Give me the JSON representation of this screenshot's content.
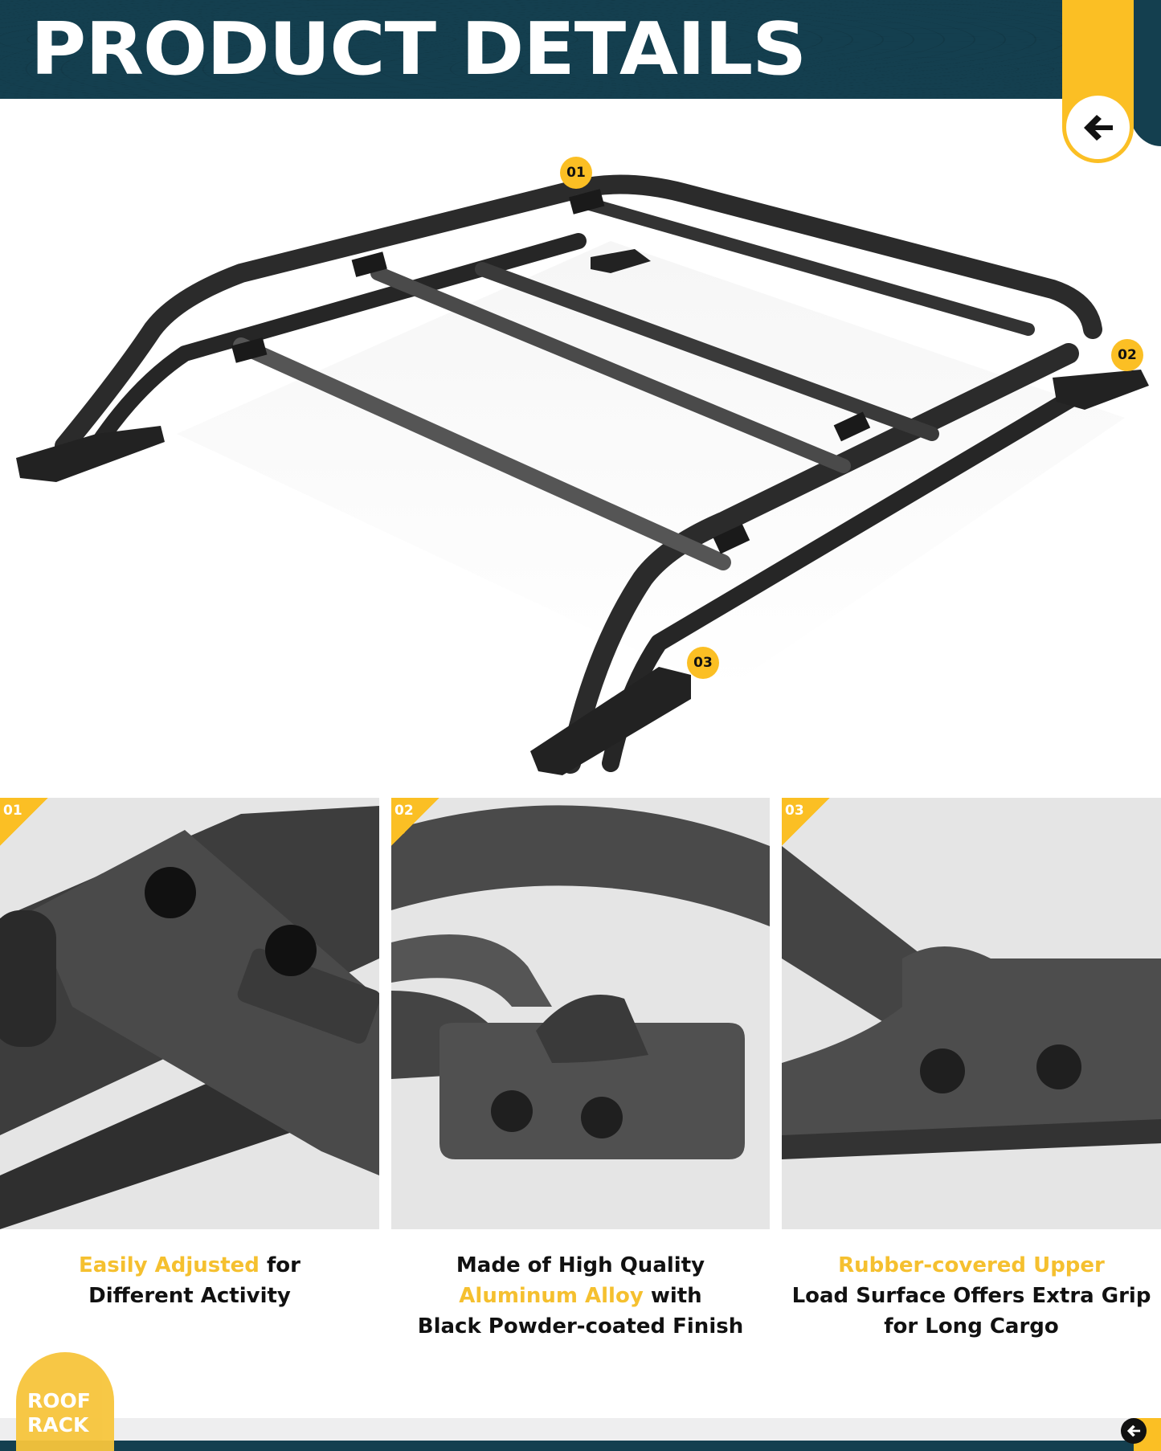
{
  "header": {
    "title": "PRODUCT DETAILS",
    "back_button_icon": "arrow-left-icon"
  },
  "hero": {
    "callouts": [
      {
        "id": "01",
        "label": "01"
      },
      {
        "id": "02",
        "label": "02"
      },
      {
        "id": "03",
        "label": "03"
      }
    ]
  },
  "details": [
    {
      "tag": "01",
      "caption_highlight": "Easily Adjusted",
      "caption_line1_rest": " for",
      "caption_line2": "Different Activity",
      "caption_line3": ""
    },
    {
      "tag": "02",
      "caption_line1": "Made of High Quality",
      "caption_highlight": "Aluminum Alloy",
      "caption_line2_rest": " with",
      "caption_line3": "Black Powder-coated Finish"
    },
    {
      "tag": "03",
      "caption_highlight": "Rubber-covered Upper",
      "caption_line2": "Load Surface Offers Extra Grip",
      "caption_line3": "for Long Cargo"
    }
  ],
  "footer": {
    "badge_line1": "ROOF",
    "badge_line2": "RACK",
    "back_button_icon": "arrow-left-icon"
  },
  "colors": {
    "teal": "#143f4f",
    "yellow": "#fbbf24",
    "caption_highlight": "#f5c02f",
    "panel_bg": "#e5e5e5"
  }
}
